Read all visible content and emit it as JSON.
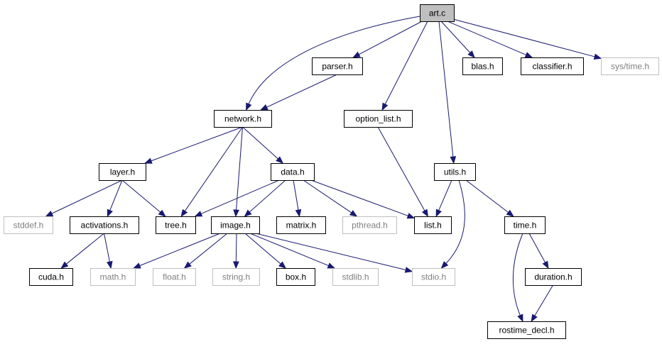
{
  "graph": {
    "nodes": [
      {
        "id": "art_c",
        "label": "art.c",
        "kind": "root"
      },
      {
        "id": "parser_h",
        "label": "parser.h",
        "kind": "local"
      },
      {
        "id": "blas_h",
        "label": "blas.h",
        "kind": "local"
      },
      {
        "id": "classifier_h",
        "label": "classifier.h",
        "kind": "local"
      },
      {
        "id": "sys_time_h",
        "label": "sys/time.h",
        "kind": "system"
      },
      {
        "id": "network_h",
        "label": "network.h",
        "kind": "local"
      },
      {
        "id": "option_list_h",
        "label": "option_list.h",
        "kind": "local"
      },
      {
        "id": "layer_h",
        "label": "layer.h",
        "kind": "local"
      },
      {
        "id": "data_h",
        "label": "data.h",
        "kind": "local"
      },
      {
        "id": "utils_h",
        "label": "utils.h",
        "kind": "local"
      },
      {
        "id": "stddef_h",
        "label": "stddef.h",
        "kind": "system"
      },
      {
        "id": "activations_h",
        "label": "activations.h",
        "kind": "local"
      },
      {
        "id": "tree_h",
        "label": "tree.h",
        "kind": "local"
      },
      {
        "id": "image_h",
        "label": "image.h",
        "kind": "local"
      },
      {
        "id": "matrix_h",
        "label": "matrix.h",
        "kind": "local"
      },
      {
        "id": "pthread_h",
        "label": "pthread.h",
        "kind": "system"
      },
      {
        "id": "list_h",
        "label": "list.h",
        "kind": "local"
      },
      {
        "id": "time_h",
        "label": "time.h",
        "kind": "local"
      },
      {
        "id": "cuda_h",
        "label": "cuda.h",
        "kind": "local"
      },
      {
        "id": "math_h",
        "label": "math.h",
        "kind": "system"
      },
      {
        "id": "float_h",
        "label": "float.h",
        "kind": "system"
      },
      {
        "id": "string_h",
        "label": "string.h",
        "kind": "system"
      },
      {
        "id": "box_h",
        "label": "box.h",
        "kind": "local"
      },
      {
        "id": "stdlib_h",
        "label": "stdlib.h",
        "kind": "system"
      },
      {
        "id": "stdio_h",
        "label": "stdio.h",
        "kind": "system"
      },
      {
        "id": "duration_h",
        "label": "duration.h",
        "kind": "local"
      },
      {
        "id": "rostime_decl_h",
        "label": "rostime_decl.h",
        "kind": "local"
      }
    ],
    "edges": [
      {
        "from": "art_c",
        "to": "network_h"
      },
      {
        "from": "art_c",
        "to": "parser_h"
      },
      {
        "from": "art_c",
        "to": "option_list_h"
      },
      {
        "from": "art_c",
        "to": "utils_h"
      },
      {
        "from": "art_c",
        "to": "blas_h"
      },
      {
        "from": "art_c",
        "to": "classifier_h"
      },
      {
        "from": "art_c",
        "to": "sys_time_h"
      },
      {
        "from": "parser_h",
        "to": "network_h"
      },
      {
        "from": "network_h",
        "to": "layer_h"
      },
      {
        "from": "network_h",
        "to": "tree_h"
      },
      {
        "from": "network_h",
        "to": "image_h"
      },
      {
        "from": "network_h",
        "to": "data_h"
      },
      {
        "from": "option_list_h",
        "to": "list_h"
      },
      {
        "from": "layer_h",
        "to": "stddef_h"
      },
      {
        "from": "layer_h",
        "to": "activations_h"
      },
      {
        "from": "layer_h",
        "to": "tree_h"
      },
      {
        "from": "data_h",
        "to": "tree_h"
      },
      {
        "from": "data_h",
        "to": "image_h"
      },
      {
        "from": "data_h",
        "to": "matrix_h"
      },
      {
        "from": "data_h",
        "to": "pthread_h"
      },
      {
        "from": "data_h",
        "to": "list_h"
      },
      {
        "from": "utils_h",
        "to": "list_h"
      },
      {
        "from": "utils_h",
        "to": "stdio_h"
      },
      {
        "from": "utils_h",
        "to": "time_h"
      },
      {
        "from": "activations_h",
        "to": "cuda_h"
      },
      {
        "from": "activations_h",
        "to": "math_h"
      },
      {
        "from": "image_h",
        "to": "math_h"
      },
      {
        "from": "image_h",
        "to": "float_h"
      },
      {
        "from": "image_h",
        "to": "string_h"
      },
      {
        "from": "image_h",
        "to": "box_h"
      },
      {
        "from": "image_h",
        "to": "stdlib_h"
      },
      {
        "from": "image_h",
        "to": "stdio_h"
      },
      {
        "from": "time_h",
        "to": "rostime_decl_h"
      },
      {
        "from": "time_h",
        "to": "duration_h"
      },
      {
        "from": "duration_h",
        "to": "rostime_decl_h"
      }
    ]
  }
}
